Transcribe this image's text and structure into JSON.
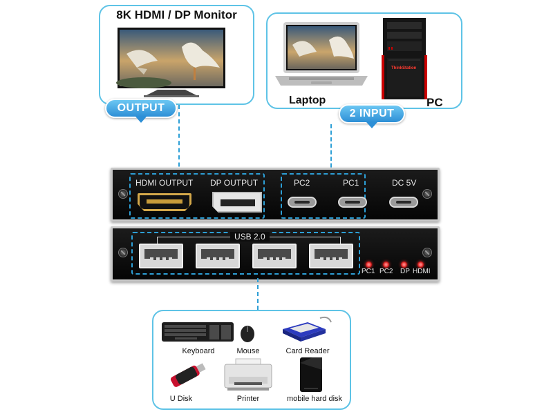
{
  "output_box": {
    "title": "8K HDMI / DP Monitor",
    "tag": "OUTPUT"
  },
  "input_box": {
    "laptop_label": "Laptop",
    "pc_label": "PC",
    "tag": "2 INPUT",
    "tower_brand": "ThinkStation"
  },
  "rear_panel": {
    "hdmi_output": "HDMI OUTPUT",
    "dp_output": "DP OUTPUT",
    "pc2": "PC2",
    "pc1": "PC1",
    "dc": "DC 5V"
  },
  "front_panel": {
    "usb_label": "USB 2.0",
    "leds": [
      "PC1",
      "PC2",
      "DP",
      "HDMI"
    ]
  },
  "peripherals": [
    {
      "label": "Keyboard"
    },
    {
      "label": "Mouse"
    },
    {
      "label": "Card Reader"
    },
    {
      "label": "U Disk"
    },
    {
      "label": "Printer"
    },
    {
      "label": "mobile hard disk"
    }
  ],
  "colors": {
    "accent_blue": "#2d8fd6",
    "frame_blue": "#5ec3e6",
    "hdmi_gold": "#d4a84a",
    "led_red": "#d61b1b"
  }
}
